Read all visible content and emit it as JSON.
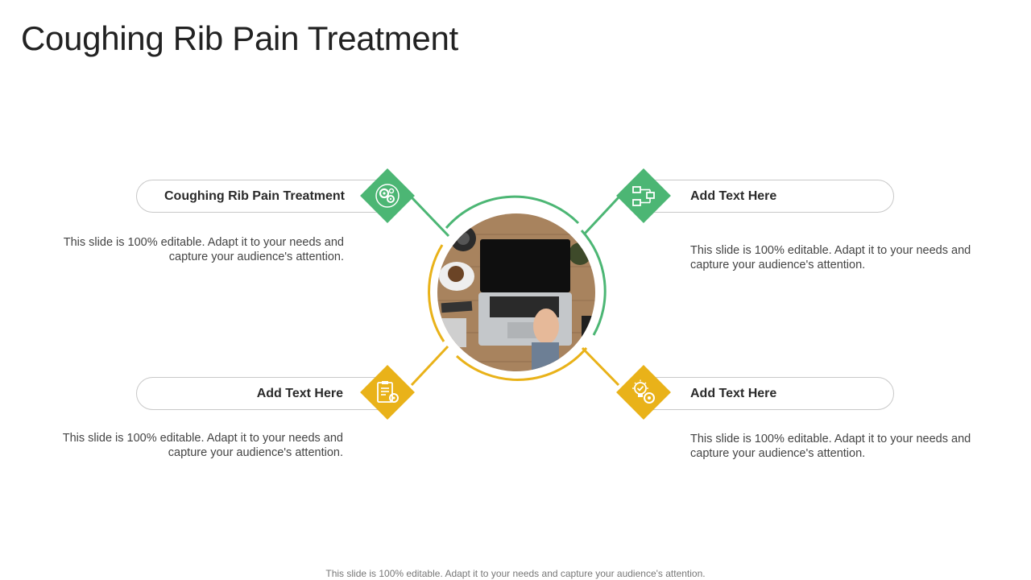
{
  "title": "Coughing Rib Pain Treatment",
  "colors": {
    "green": "#4cb674",
    "yellow": "#e9b219"
  },
  "items": [
    {
      "label": "Coughing Rib Pain Treatment",
      "desc_line1": "This slide is 100% editable. Adapt it to your needs and",
      "desc_line2": "capture your audience's attention.",
      "icon": "gears-icon",
      "color": "green"
    },
    {
      "label": "Add Text Here",
      "desc_line1": "This slide is 100% editable. Adapt it to your needs and",
      "desc_line2": "capture your audience's attention.",
      "icon": "flowchart-icon",
      "color": "green"
    },
    {
      "label": "Add Text Here",
      "desc_line1": "This slide is 100% editable. Adapt it to your needs and",
      "desc_line2": "capture your audience's attention.",
      "icon": "clipboard-gear-icon",
      "color": "yellow"
    },
    {
      "label": "Add Text Here",
      "desc_line1": "This slide is 100% editable. Adapt it to your needs and",
      "desc_line2": "capture your audience's attention.",
      "icon": "lightbulb-gear-icon",
      "color": "yellow"
    }
  ],
  "center_image": "laptop-desk-photo",
  "footer": "This slide is 100% editable. Adapt it to your needs and capture your audience's attention."
}
